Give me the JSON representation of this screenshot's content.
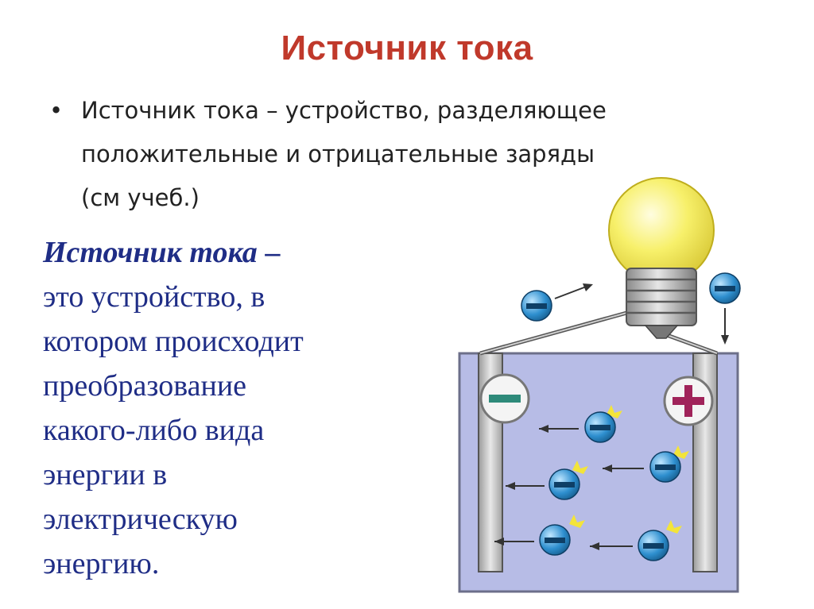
{
  "slide": {
    "title": "Источник тока",
    "bullet": {
      "marker": "•",
      "lines": [
        "Источник тока – устройство, разделяющее",
        "положительные и отрицательные заряды",
        "(см учеб.)"
      ]
    },
    "definition": {
      "term": "Источник тока",
      "dash": " –",
      "lines": [
        "это устройство, в",
        "котором происходит",
        "преобразование",
        "какого-либо вида",
        "энергии в",
        "электрическую",
        "энергию."
      ]
    },
    "illustration": {
      "negative_sign": "−",
      "positive_sign": "+",
      "colors": {
        "bulb": "#f7f06a",
        "vessel": "#b7bce6",
        "electron": "#2e8fcf",
        "positive": "#a0235a",
        "negative": "#2e8a7a"
      }
    }
  }
}
